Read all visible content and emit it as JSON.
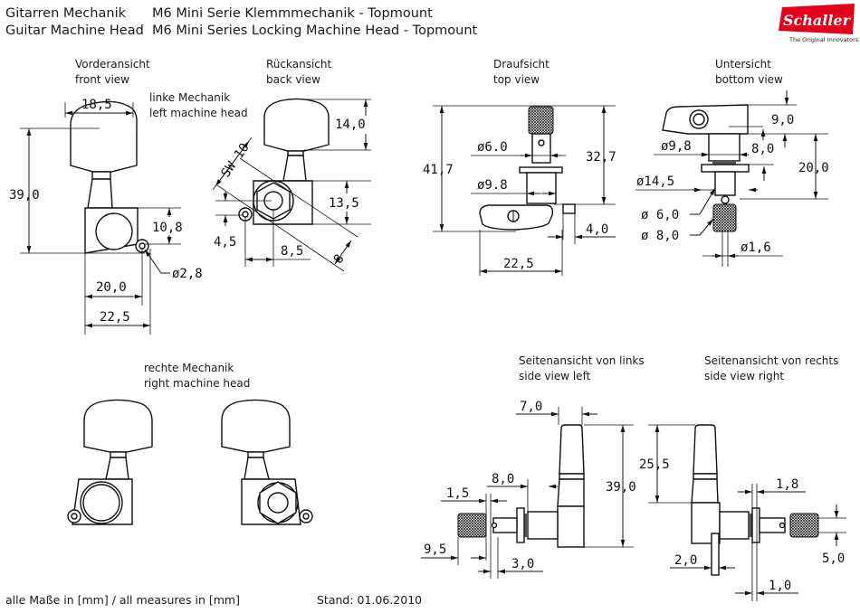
{
  "header": {
    "left_line1": "Gitarren Mechanik",
    "left_line2": "Guitar Machine Head",
    "title_de": "M6 Mini Serie Klemmmechanik - Topmount",
    "title_en": "M6 Mini Series Locking Machine Head - Topmount"
  },
  "brand": {
    "name": "Schaller",
    "tagline": "The Original Innovators",
    "color": "#e2001a"
  },
  "views": {
    "front": {
      "de": "Vorderansicht",
      "en": "front view"
    },
    "left_head": {
      "de": "linke Mechanik",
      "en": "left machine head"
    },
    "back": {
      "de": "Rückansicht",
      "en": "back view"
    },
    "top": {
      "de": "Draufsicht",
      "en": "top view"
    },
    "bottom": {
      "de": "Untersicht",
      "en": "bottom view"
    },
    "right_head": {
      "de": "rechte Mechanik",
      "en": "right machine head"
    },
    "side_left": {
      "de": "Seitenansicht von links",
      "en": "side view left"
    },
    "side_right": {
      "de": "Seitenansicht von rechts",
      "en": "side view right"
    }
  },
  "dimensions": {
    "front": {
      "width_button": "18,5",
      "height_total": "39,0",
      "hole_offset": "10,8",
      "hole_dia": "ø2,8",
      "hole_x": "20,0",
      "width_total": "22,5"
    },
    "back": {
      "button_height": "14,0",
      "wrench": "SW 10",
      "housing_height": "13,5",
      "hole_y": "4,5",
      "hole_x": "8,5",
      "across_flats": "8"
    },
    "top": {
      "dia_post": "ø6.0",
      "dia_bush": "ø9.8",
      "height_total": "41,7",
      "height_post": "32,7",
      "flange": "4,0",
      "width": "22,5"
    },
    "bottom": {
      "d1": "9,0",
      "dia_bush": "ø9,8",
      "d2": "8,0",
      "d3": "20,0",
      "dia_washer": "ø14,5",
      "dia_post": "ø 6,0",
      "dia_knurl": "ø 8,0",
      "dia_hole": "ø1,6"
    },
    "side_left": {
      "w_button": "7,0",
      "offset": "8,0",
      "height": "39,0",
      "washer": "1,5",
      "knurl": "9,5",
      "gap": "3,0"
    },
    "side_right": {
      "button_height": "25,5",
      "washer": "1,8",
      "plate": "2,0",
      "base": "1,0",
      "knurl_dia": "5,0"
    }
  },
  "footer": {
    "units": "alle Maße in [mm] / all measures in [mm]",
    "date": "Stand: 01.06.2010"
  }
}
